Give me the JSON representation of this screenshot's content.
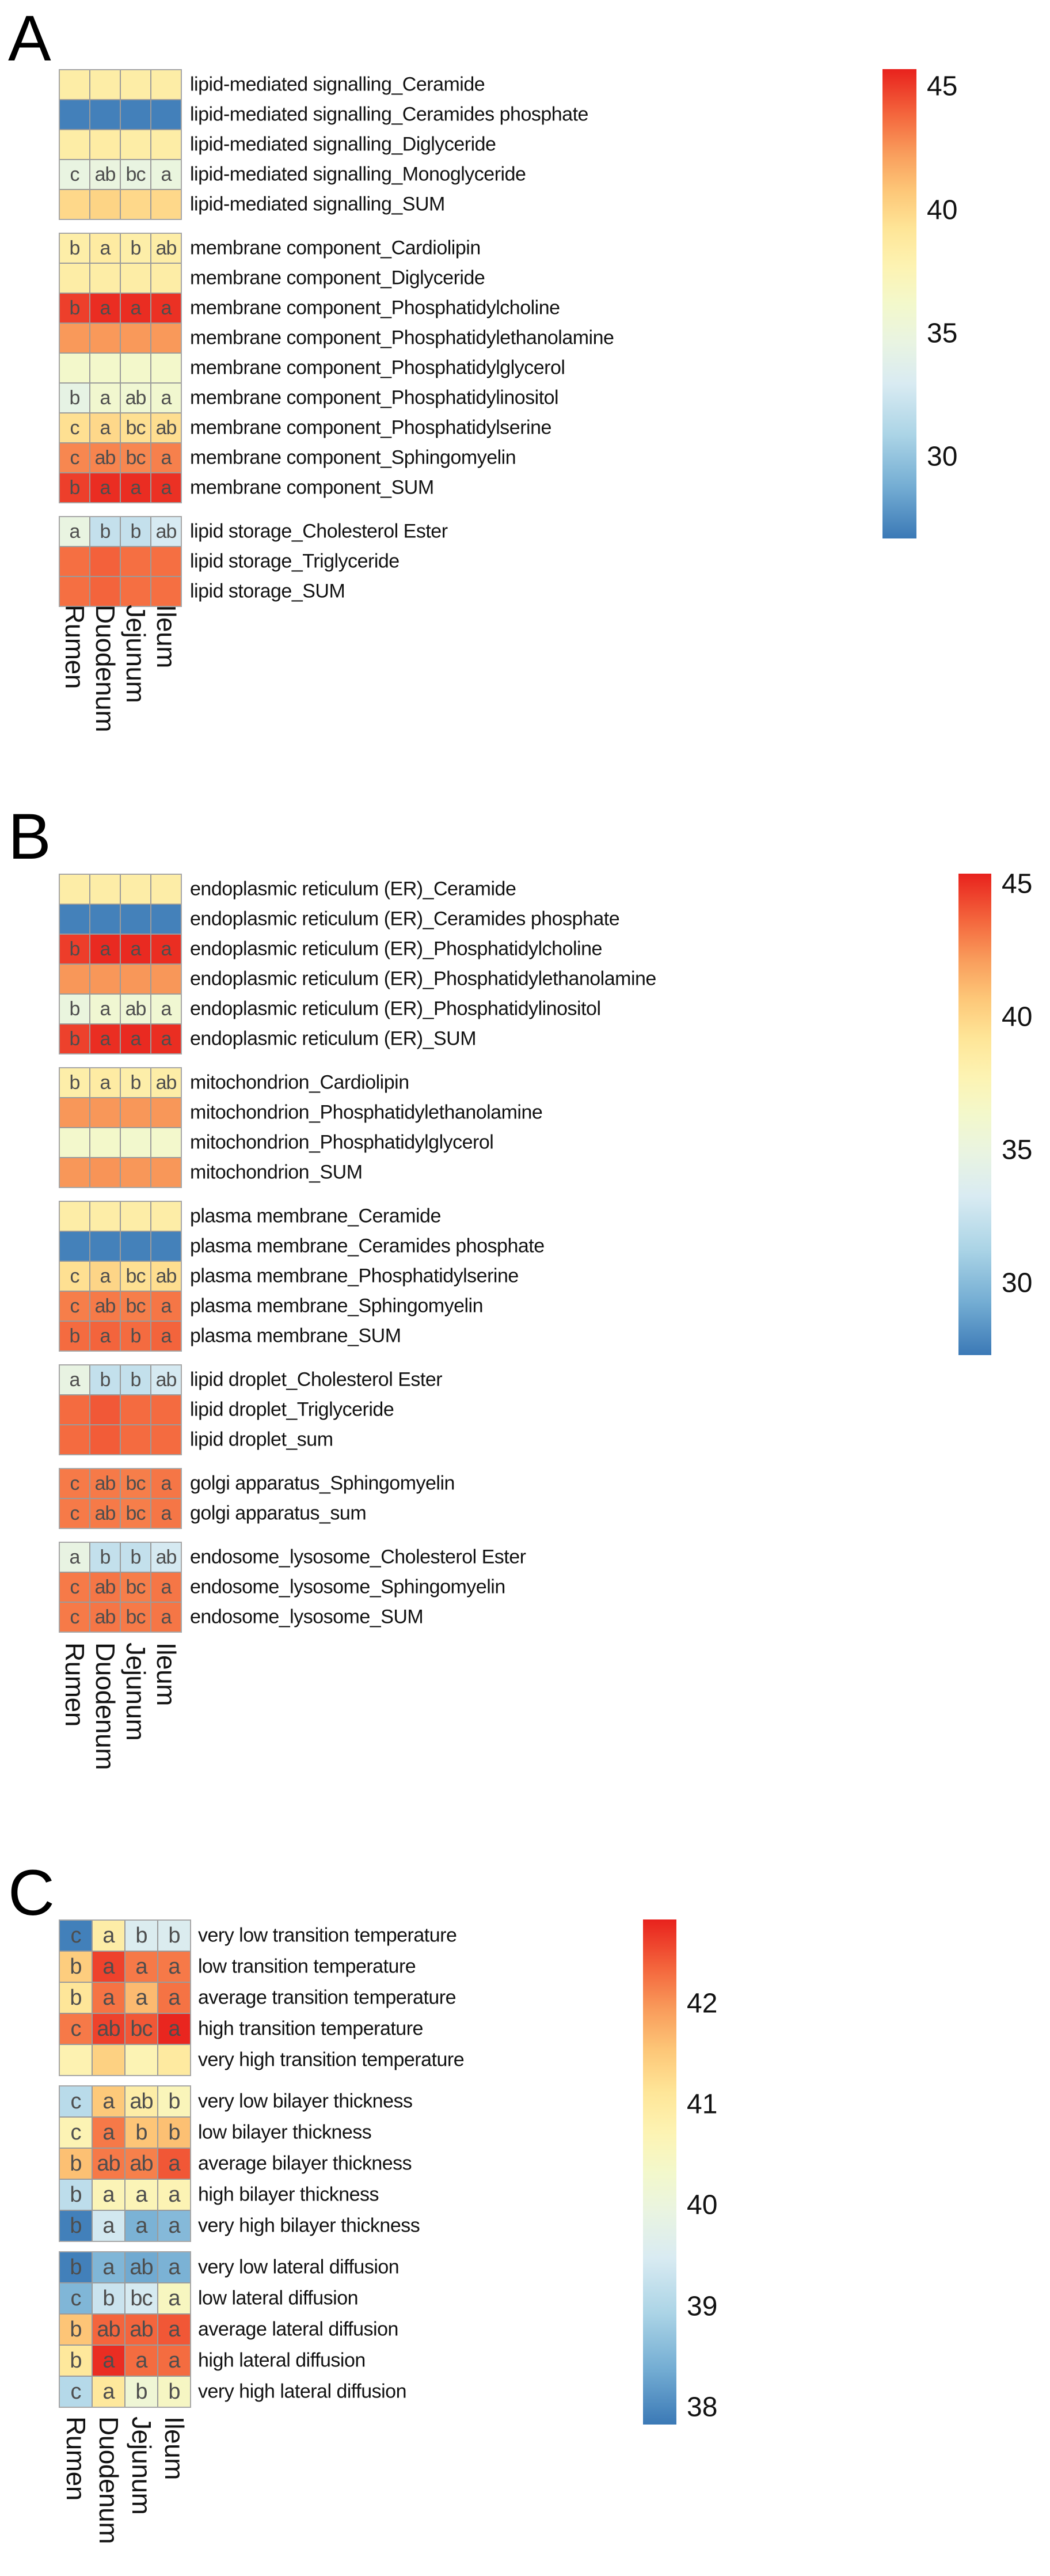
{
  "chart_data": [
    {
      "type": "heatmap",
      "panel_label": "A",
      "x_categories": [
        "Rumen",
        "Duodenum",
        "Jejunum",
        "Ileum"
      ],
      "colorbar": {
        "ticks": [
          45,
          40,
          35,
          30
        ],
        "top_value": 45.7,
        "bottom_value": 26.7
      },
      "legend_position": "right",
      "groups": [
        [
          {
            "label": "lipid-mediated signalling_Ceramide",
            "letters": [
              "",
              "",
              "",
              ""
            ],
            "values": [
              38.4,
              38.4,
              38.4,
              38.4
            ]
          },
          {
            "label": "lipid-mediated signalling_Ceramides phosphate",
            "letters": [
              "",
              "",
              "",
              ""
            ],
            "values": [
              27.0,
              27.0,
              27.0,
              27.0
            ]
          },
          {
            "label": "lipid-mediated signalling_Diglyceride",
            "letters": [
              "",
              "",
              "",
              ""
            ],
            "values": [
              38.4,
              38.5,
              38.4,
              38.4
            ]
          },
          {
            "label": "lipid-mediated signalling_Monoglyceride",
            "letters": [
              "c",
              "ab",
              "bc",
              "a"
            ],
            "values": [
              34.7,
              34.8,
              34.7,
              34.9
            ]
          },
          {
            "label": "lipid-mediated signalling_SUM",
            "letters": [
              "",
              "",
              "",
              ""
            ],
            "values": [
              39.9,
              40.1,
              39.9,
              39.9
            ]
          }
        ],
        [
          {
            "label": "membrane component_Cardiolipin",
            "letters": [
              "b",
              "a",
              "b",
              "ab"
            ],
            "values": [
              38.3,
              38.6,
              38.3,
              38.4
            ]
          },
          {
            "label": "membrane component_Diglyceride",
            "letters": [
              "",
              "",
              "",
              ""
            ],
            "values": [
              38.4,
              38.4,
              38.4,
              38.4
            ]
          },
          {
            "label": "membrane component_Phosphatidylcholine",
            "letters": [
              "b",
              "a",
              "a",
              "a"
            ],
            "values": [
              44.9,
              45.4,
              45.4,
              45.3
            ]
          },
          {
            "label": "membrane component_Phosphatidylethanolamine",
            "letters": [
              "",
              "",
              "",
              ""
            ],
            "values": [
              42.4,
              42.4,
              42.4,
              42.4
            ]
          },
          {
            "label": "membrane component_Phosphatidylglycerol",
            "letters": [
              "",
              "",
              "",
              ""
            ],
            "values": [
              36.2,
              36.2,
              36.2,
              36.2
            ]
          },
          {
            "label": "membrane component_Phosphatidylinositol",
            "letters": [
              "b",
              "a",
              "ab",
              "a"
            ],
            "values": [
              34.4,
              35.9,
              35.7,
              35.9
            ]
          },
          {
            "label": "membrane component_Phosphatidylserine",
            "letters": [
              "c",
              "a",
              "bc",
              "ab"
            ],
            "values": [
              39.5,
              39.9,
              39.5,
              39.6
            ]
          },
          {
            "label": "membrane component_Sphingomyelin",
            "letters": [
              "c",
              "ab",
              "bc",
              "a"
            ],
            "values": [
              42.9,
              43.0,
              42.9,
              43.1
            ]
          },
          {
            "label": "membrane component_SUM",
            "letters": [
              "b",
              "a",
              "a",
              "a"
            ],
            "values": [
              44.9,
              45.4,
              45.4,
              45.3
            ]
          }
        ],
        [
          {
            "label": "lipid storage_Cholesterol Ester",
            "letters": [
              "a",
              "b",
              "b",
              "ab"
            ],
            "values": [
              34.7,
              32.0,
              32.0,
              32.9
            ]
          },
          {
            "label": "lipid storage_Triglyceride",
            "letters": [
              "",
              "",
              "",
              ""
            ],
            "values": [
              43.6,
              44.0,
              43.6,
              43.6
            ]
          },
          {
            "label": "lipid storage_SUM",
            "letters": [
              "",
              "",
              "",
              ""
            ],
            "values": [
              43.6,
              43.9,
              43.6,
              43.6
            ]
          }
        ]
      ]
    },
    {
      "type": "heatmap",
      "panel_label": "B",
      "x_categories": [
        "Rumen",
        "Duodenum",
        "Jejunum",
        "Ileum"
      ],
      "colorbar": {
        "ticks": [
          45,
          40,
          35,
          30
        ],
        "top_value": 45.4,
        "bottom_value": 27.3
      },
      "legend_position": "right",
      "groups": [
        [
          {
            "label": "endoplasmic reticulum (ER)_Ceramide",
            "letters": [
              "",
              "",
              "",
              ""
            ],
            "values": [
              38.4,
              38.4,
              38.4,
              38.4
            ]
          },
          {
            "label": "endoplasmic reticulum (ER)_Ceramides phosphate",
            "letters": [
              "",
              "",
              "",
              ""
            ],
            "values": [
              27.6,
              27.6,
              27.6,
              27.6
            ]
          },
          {
            "label": "endoplasmic reticulum (ER)_Phosphatidylcholine",
            "letters": [
              "b",
              "a",
              "a",
              "a"
            ],
            "values": [
              44.7,
              45.2,
              45.2,
              45.1
            ]
          },
          {
            "label": "endoplasmic reticulum (ER)_Phosphatidylethanolamine",
            "letters": [
              "",
              "",
              "",
              ""
            ],
            "values": [
              42.3,
              42.3,
              42.3,
              42.3
            ]
          },
          {
            "label": "endoplasmic reticulum (ER)_Phosphatidylinositol",
            "letters": [
              "b",
              "a",
              "ab",
              "a"
            ],
            "values": [
              35.1,
              35.9,
              35.7,
              35.9
            ]
          },
          {
            "label": "endoplasmic reticulum (ER)_SUM",
            "letters": [
              "b",
              "a",
              "a",
              "a"
            ],
            "values": [
              44.6,
              45.1,
              45.2,
              45.1
            ]
          }
        ],
        [
          {
            "label": "mitochondrion_Cardiolipin",
            "letters": [
              "b",
              "a",
              "b",
              "ab"
            ],
            "values": [
              38.3,
              38.6,
              38.3,
              38.4
            ]
          },
          {
            "label": "mitochondrion_Phosphatidylethanolamine",
            "letters": [
              "",
              "",
              "",
              ""
            ],
            "values": [
              42.3,
              42.3,
              42.3,
              42.3
            ]
          },
          {
            "label": "mitochondrion_Phosphatidylglycerol",
            "letters": [
              "",
              "",
              "",
              ""
            ],
            "values": [
              36.3,
              36.4,
              36.2,
              36.3
            ]
          },
          {
            "label": "mitochondrion_SUM",
            "letters": [
              "",
              "",
              "",
              ""
            ],
            "values": [
              42.3,
              42.4,
              42.3,
              42.3
            ]
          }
        ],
        [
          {
            "label": "plasma membrane_Ceramide",
            "letters": [
              "",
              "",
              "",
              ""
            ],
            "values": [
              38.4,
              38.4,
              38.4,
              38.4
            ]
          },
          {
            "label": "plasma membrane_Ceramides phosphate",
            "letters": [
              "",
              "",
              "",
              ""
            ],
            "values": [
              27.6,
              27.6,
              27.6,
              27.6
            ]
          },
          {
            "label": "plasma membrane_Phosphatidylserine",
            "letters": [
              "c",
              "a",
              "bc",
              "ab"
            ],
            "values": [
              39.5,
              40.0,
              39.5,
              39.6
            ]
          },
          {
            "label": "plasma membrane_Sphingomyelin",
            "letters": [
              "c",
              "ab",
              "bc",
              "a"
            ],
            "values": [
              43.0,
              43.1,
              43.0,
              43.2
            ]
          },
          {
            "label": "plasma membrane_SUM",
            "letters": [
              "b",
              "a",
              "b",
              "a"
            ],
            "values": [
              43.5,
              43.7,
              43.5,
              43.7
            ]
          }
        ],
        [
          {
            "label": "lipid droplet_Cholesterol Ester",
            "letters": [
              "a",
              "b",
              "b",
              "ab"
            ],
            "values": [
              34.8,
              32.3,
              32.3,
              33.1
            ]
          },
          {
            "label": "lipid droplet_Triglyceride",
            "letters": [
              "",
              "",
              "",
              ""
            ],
            "values": [
              43.5,
              44.0,
              43.5,
              43.5
            ]
          },
          {
            "label": "lipid droplet_sum",
            "letters": [
              "",
              "",
              "",
              ""
            ],
            "values": [
              43.5,
              43.9,
              43.5,
              43.5
            ]
          }
        ],
        [
          {
            "label": "golgi apparatus_Sphingomyelin",
            "letters": [
              "c",
              "ab",
              "bc",
              "a"
            ],
            "values": [
              43.1,
              43.1,
              43.0,
              43.2
            ]
          },
          {
            "label": "golgi apparatus_sum",
            "letters": [
              "c",
              "ab",
              "bc",
              "a"
            ],
            "values": [
              43.1,
              43.1,
              43.0,
              43.2
            ]
          }
        ],
        [
          {
            "label": "endosome_lysosome_Cholesterol Ester",
            "letters": [
              "a",
              "b",
              "b",
              "ab"
            ],
            "values": [
              34.8,
              32.3,
              32.3,
              33.1
            ]
          },
          {
            "label": "endosome_lysosome_Sphingomyelin",
            "letters": [
              "c",
              "ab",
              "bc",
              "a"
            ],
            "values": [
              43.1,
              43.2,
              43.0,
              43.2
            ]
          },
          {
            "label": "endosome_lysosome_SUM",
            "letters": [
              "c",
              "ab",
              "bc",
              "a"
            ],
            "values": [
              43.1,
              43.2,
              43.1,
              43.2
            ]
          }
        ]
      ]
    },
    {
      "type": "heatmap",
      "panel_label": "C",
      "x_categories": [
        "Rumen",
        "Duodenum",
        "Jejunum",
        "Ileum"
      ],
      "colorbar": {
        "ticks": [
          42,
          41,
          40,
          39,
          38
        ],
        "top_value": 42.83,
        "bottom_value": 37.83
      },
      "legend_position": "right",
      "groups": [
        [
          {
            "label": "very low transition temperature",
            "letters": [
              "c",
              "a",
              "b",
              "b"
            ],
            "values": [
              37.9,
              40.9,
              39.55,
              39.55
            ]
          },
          {
            "label": "low transition temperature",
            "letters": [
              "b",
              "a",
              "a",
              "a"
            ],
            "values": [
              41.45,
              42.6,
              42.2,
              42.2
            ]
          },
          {
            "label": "average transition temperature",
            "letters": [
              "b",
              "a",
              "a",
              "a"
            ],
            "values": [
              41.1,
              42.25,
              41.65,
              42.25
            ]
          },
          {
            "label": "high transition temperature",
            "letters": [
              "c",
              "ab",
              "bc",
              "a"
            ],
            "values": [
              42.2,
              42.6,
              42.45,
              42.8
            ]
          },
          {
            "label": "very high transition temperature",
            "letters": [
              "",
              "",
              "",
              ""
            ],
            "values": [
              40.75,
              41.4,
              40.7,
              41.0
            ]
          }
        ],
        [
          {
            "label": "very low bilayer thickness",
            "letters": [
              "c",
              "a",
              "ab",
              "b"
            ],
            "values": [
              39.1,
              41.5,
              40.9,
              40.6
            ]
          },
          {
            "label": "low bilayer thickness",
            "letters": [
              "c",
              "a",
              "b",
              "b"
            ],
            "values": [
              40.7,
              42.2,
              41.55,
              41.6
            ]
          },
          {
            "label": "average bilayer thickness",
            "letters": [
              "b",
              "ab",
              "ab",
              "a"
            ],
            "values": [
              41.6,
              42.2,
              42.15,
              42.45
            ]
          },
          {
            "label": "high bilayer thickness",
            "letters": [
              "b",
              "a",
              "a",
              "a"
            ],
            "values": [
              39.15,
              40.65,
              40.65,
              40.7
            ]
          },
          {
            "label": "very high bilayer thickness",
            "letters": [
              "b",
              "a",
              "a",
              "a"
            ],
            "values": [
              37.9,
              39.4,
              38.45,
              38.55
            ]
          }
        ],
        [
          {
            "label": "very low lateral diffusion",
            "letters": [
              "b",
              "a",
              "ab",
              "a"
            ],
            "values": [
              37.9,
              38.5,
              38.35,
              38.45
            ]
          },
          {
            "label": "low lateral diffusion",
            "letters": [
              "c",
              "b",
              "bc",
              "a"
            ],
            "values": [
              38.5,
              39.3,
              39.45,
              40.5
            ]
          },
          {
            "label": "average lateral diffusion",
            "letters": [
              "b",
              "ab",
              "ab",
              "a"
            ],
            "values": [
              41.55,
              42.35,
              42.35,
              42.45
            ]
          },
          {
            "label": "high lateral diffusion",
            "letters": [
              "b",
              "a",
              "a",
              "a"
            ],
            "values": [
              41.05,
              42.75,
              42.3,
              42.3
            ]
          },
          {
            "label": "very high lateral diffusion",
            "letters": [
              "c",
              "a",
              "b",
              "b"
            ],
            "values": [
              39.05,
              41.05,
              40.15,
              40.45
            ]
          }
        ]
      ]
    }
  ]
}
